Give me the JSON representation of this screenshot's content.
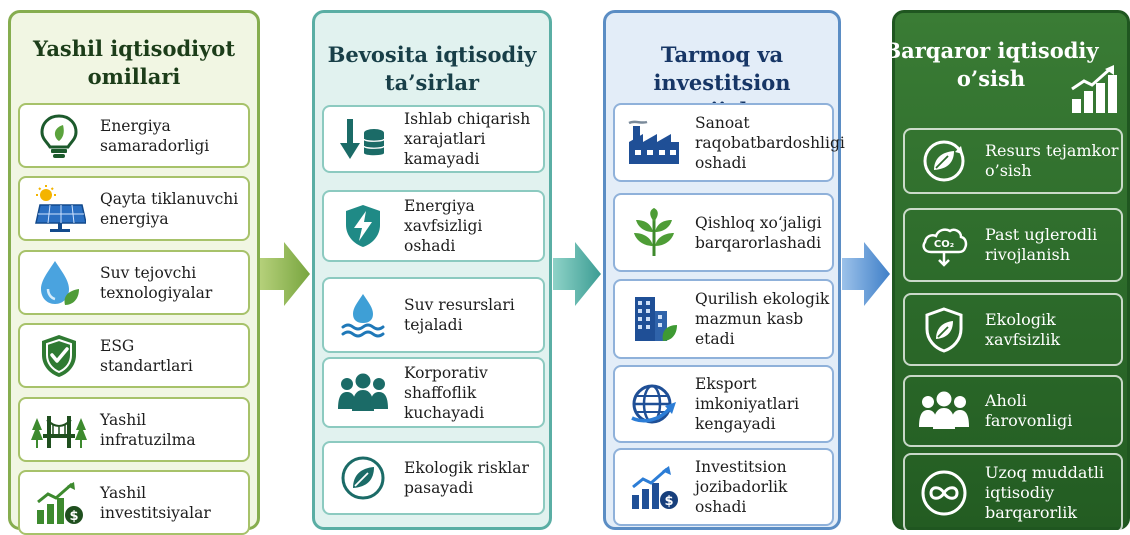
{
  "columns": [
    {
      "title_lines": [
        "Yashil iqtisodiyot",
        "omillari"
      ],
      "items": [
        {
          "icon": "lightbulb-leaf-icon",
          "lines": [
            "Energiya",
            "samaradorligi"
          ]
        },
        {
          "icon": "solar-panel-icon",
          "lines": [
            "Qayta tiklanuvchi",
            "energiya"
          ]
        },
        {
          "icon": "water-drop-leaf-icon",
          "lines": [
            "Suv tejovchi",
            "texnologiyalar"
          ]
        },
        {
          "icon": "shield-check-icon",
          "lines": [
            "ESG",
            "standartlari"
          ]
        },
        {
          "icon": "green-bridge-icon",
          "lines": [
            "Yashil",
            "infratuzilma"
          ]
        },
        {
          "icon": "growth-chart-dollar-icon",
          "lines": [
            "Yashil",
            "investitsiyalar"
          ]
        }
      ]
    },
    {
      "title_lines": [
        "Bevosita iqtisodiy",
        "ta’sirlar"
      ],
      "items": [
        {
          "icon": "arrow-down-coins-icon",
          "lines": [
            "Ishlab chiqarish",
            "xarajatlari kamayadi"
          ]
        },
        {
          "icon": "shield-lightning-icon",
          "lines": [
            "Energiya xavfsizligi",
            "oshadi"
          ]
        },
        {
          "icon": "water-drop-waves-icon",
          "lines": [
            "Suv resurslari",
            "tejaladi"
          ]
        },
        {
          "icon": "people-group-icon",
          "lines": [
            "Korporativ shaffoflik",
            "kuchayadi"
          ]
        },
        {
          "icon": "leaf-circle-icon",
          "lines": [
            "Ekologik risklar",
            "pasayadi"
          ]
        }
      ]
    },
    {
      "title_lines": [
        "Tarmoq va",
        "investitsion natijalar"
      ],
      "items": [
        {
          "icon": "factory-icon",
          "lines": [
            "Sanoat",
            "raqobatbardoshligi",
            "oshadi"
          ]
        },
        {
          "icon": "plant-icon",
          "lines": [
            "Qishloq xo‘jaligi",
            "barqarorlashadi"
          ]
        },
        {
          "icon": "green-building-icon",
          "lines": [
            "Qurilish ekologik",
            "mazmun kasb etadi"
          ]
        },
        {
          "icon": "globe-arrow-icon",
          "lines": [
            "Eksport",
            "imkoniyatlari",
            "kengayadi"
          ]
        },
        {
          "icon": "investment-chart-icon",
          "lines": [
            "Investitsion",
            "jozibadorlik",
            "oshadi"
          ]
        }
      ]
    },
    {
      "title_lines": [
        "Barqaror iqtisodiy",
        "o’sish"
      ],
      "items": [
        {
          "icon": "leaf-cycle-icon",
          "lines": [
            "Resurs tejamkor",
            "o’sish"
          ]
        },
        {
          "icon": "co2-cloud-icon",
          "lines": [
            "Past uglerodli",
            "rivojlanish"
          ]
        },
        {
          "icon": "shield-leaf-icon",
          "lines": [
            "Ekologik",
            "xavfsizlik"
          ]
        },
        {
          "icon": "people-group-icon",
          "lines": [
            "Aholi",
            "farovonligi"
          ]
        },
        {
          "icon": "infinity-icon",
          "lines": [
            "Uzoq muddatli",
            "iqtisodiy",
            "barqarorlik"
          ]
        }
      ]
    }
  ],
  "colors": {
    "col1_accent": "#6f9b3b",
    "col2_accent": "#2f8f8a",
    "col3_accent": "#1f5aa6",
    "col4_bg": "#2c6a2a"
  }
}
